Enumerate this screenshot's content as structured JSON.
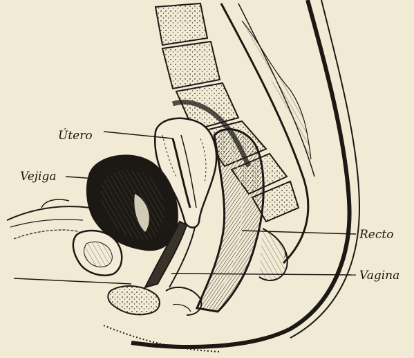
{
  "labels": {
    "utero": "Útero",
    "vejiga": "Vejiga",
    "recto": "Recto",
    "vagina": "Vagina"
  },
  "colors": {
    "paper": "#f1ead4",
    "ink": "#1c1814",
    "shade": "#3a332b"
  }
}
